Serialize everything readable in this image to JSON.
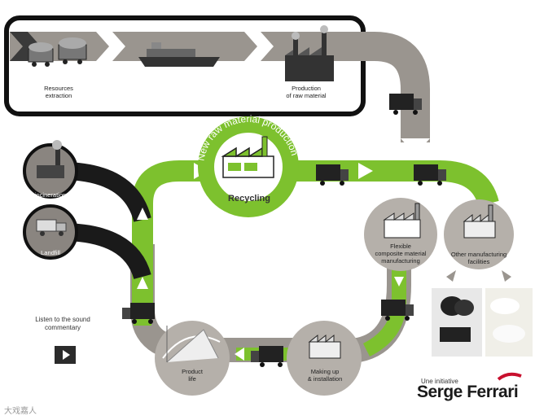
{
  "labels": {
    "resources_extraction": "Resources\nextraction",
    "production_raw": "Production\nof raw material",
    "incineration": "incineration",
    "landfill": "Landfill",
    "recycling": "Recycling",
    "new_raw_material": "New raw material production",
    "flexible": "Flexible\ncomposite material\nmanufacturing",
    "other_manufacturing": "Other manufacturing\nfacilities",
    "product_life": "Product\nlife",
    "making_up": "Making up\n& installation"
  },
  "sound": {
    "text": "Listen to the sound\ncommentary"
  },
  "brand": {
    "initiative": "Une initiative",
    "name": "Serge Ferrari"
  },
  "watermark": "大戏嘉人",
  "colors": {
    "green": "#7dc12e",
    "grey_flow": "#8a8580",
    "dark": "#1a1a1a",
    "brand_red": "#c8102e"
  }
}
